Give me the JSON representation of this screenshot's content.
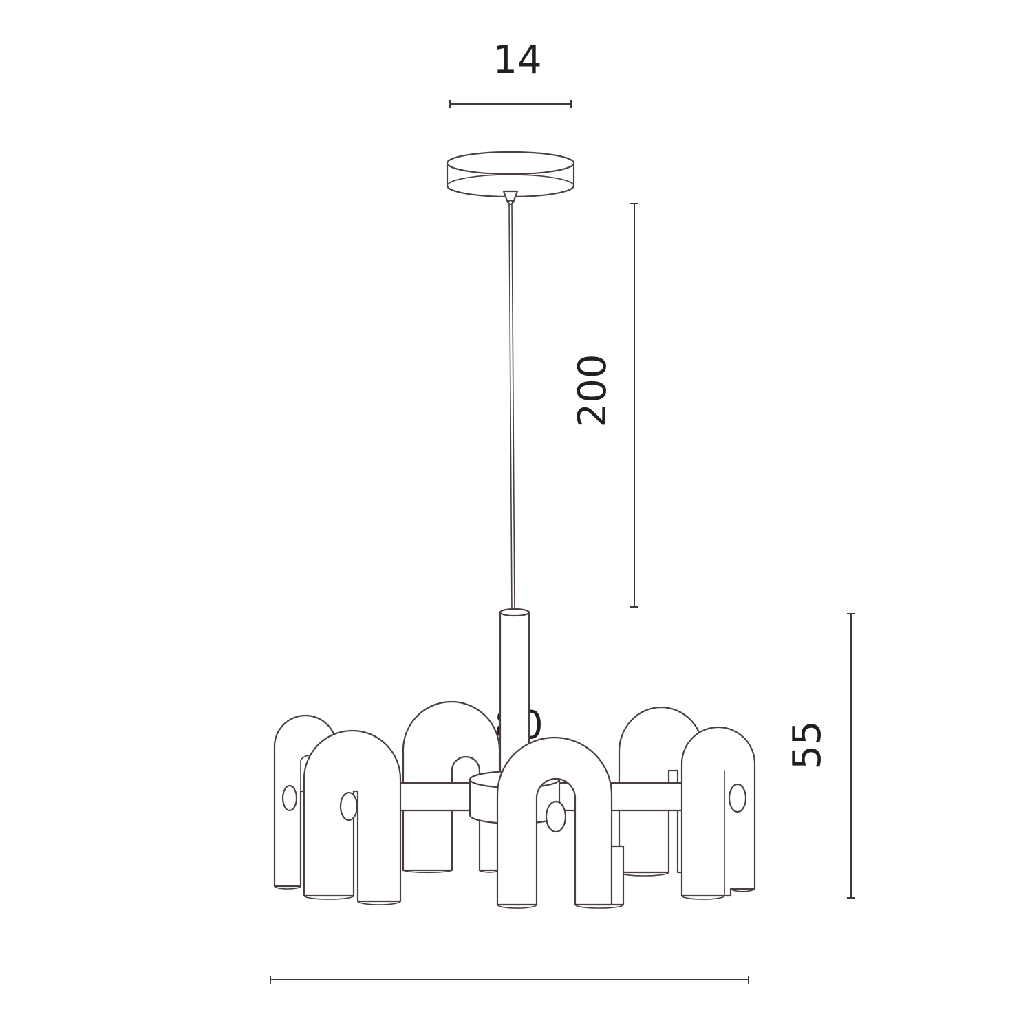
{
  "dimensions": {
    "canopy_width": "14",
    "cable_length": "200",
    "fixture_height": "55",
    "fixture_width": "80"
  },
  "colors": {
    "line": "#4a3f3f",
    "text": "#231f20",
    "background": "#ffffff"
  }
}
